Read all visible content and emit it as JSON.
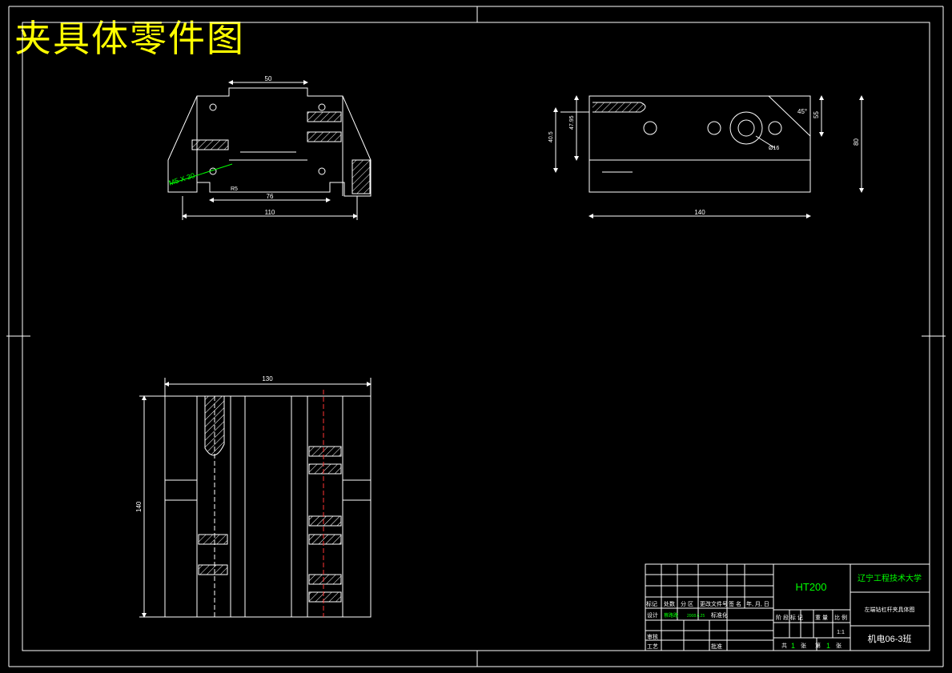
{
  "drawing_title": "夹具体零件图",
  "dimensions": {
    "top_view": {
      "d50": "50",
      "d76": "76",
      "d110": "110",
      "thread": "M5 X 30",
      "r": "R5"
    },
    "side_view": {
      "d140": "140",
      "d45deg": "45°",
      "d55": "55",
      "d80": "80",
      "d40_5": "40.5",
      "d47": "47.95",
      "d16": "Ø16"
    },
    "bottom_view": {
      "d130": "130",
      "d140": "140"
    }
  },
  "title_block": {
    "material": "HT200",
    "school": "辽宁工程技术大学",
    "part_name": "左端钻杠杆夹具体图",
    "class": "机电06-3班",
    "scale": "1:1",
    "designer": "蔡路路",
    "date": "2008.6.25",
    "labels": {
      "mark": "标记",
      "count": "处数",
      "zone": "分 区",
      "change_doc": "更改文件号",
      "sign": "签 名",
      "ymd": "年, 月, 日",
      "design": "设计",
      "standard": "标准化",
      "review": "审核",
      "process": "工艺",
      "approve": "批准",
      "stage_mark": "阶 段 标 记",
      "weight": "重 量",
      "ratio": "比 例",
      "total": "共",
      "sheets": "张",
      "no": "第",
      "sheet_n": "张",
      "one1": "1",
      "one2": "1"
    }
  },
  "colors": {
    "line": "#ffffff",
    "dim": "#ffffff",
    "accent": "#00ff00",
    "title": "#ffff00",
    "center": "#ff3333"
  }
}
